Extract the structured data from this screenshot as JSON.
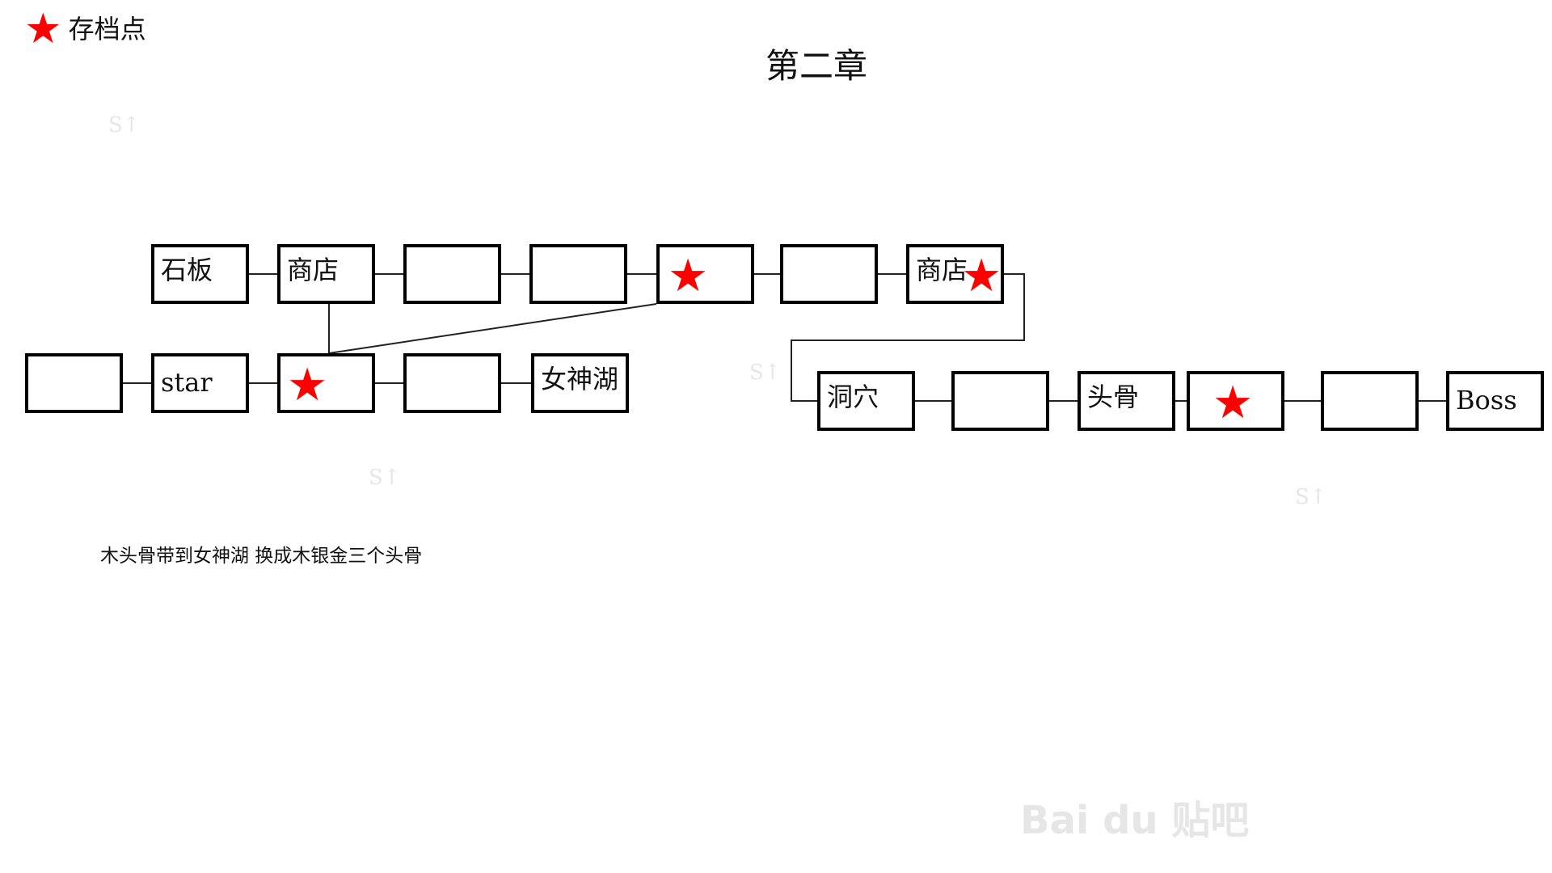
{
  "colors": {
    "save_point": "#ff0000"
  },
  "legend": {
    "icon": "star-icon",
    "label": "存档点"
  },
  "title": "第二章",
  "nodes": [
    {
      "id": "r1c1",
      "label": "石板",
      "save_point": false
    },
    {
      "id": "r1c2",
      "label": "商店",
      "save_point": false
    },
    {
      "id": "r1c3",
      "label": "",
      "save_point": false
    },
    {
      "id": "r1c4",
      "label": "",
      "save_point": false
    },
    {
      "id": "r1c5",
      "label": "",
      "save_point": true
    },
    {
      "id": "r1c6",
      "label": "",
      "save_point": false
    },
    {
      "id": "r1c7",
      "label": "商店",
      "save_point": true
    },
    {
      "id": "r2c1",
      "label": "",
      "save_point": false
    },
    {
      "id": "r2c2",
      "label": "star",
      "save_point": false
    },
    {
      "id": "r2c3",
      "label": "",
      "save_point": true
    },
    {
      "id": "r2c4",
      "label": "",
      "save_point": false
    },
    {
      "id": "r2c5",
      "label": "女神湖",
      "save_point": false
    },
    {
      "id": "r3c1",
      "label": "洞穴",
      "save_point": false
    },
    {
      "id": "r3c2",
      "label": "",
      "save_point": false
    },
    {
      "id": "r3c3",
      "label": "头骨",
      "save_point": false
    },
    {
      "id": "r3c4",
      "label": "",
      "save_point": true
    },
    {
      "id": "r3c5",
      "label": "",
      "save_point": false
    },
    {
      "id": "r3c6",
      "label": "Boss",
      "save_point": false
    }
  ],
  "edges": [
    [
      "r1c1",
      "r1c2"
    ],
    [
      "r1c2",
      "r1c3"
    ],
    [
      "r1c3",
      "r1c4"
    ],
    [
      "r1c4",
      "r1c5"
    ],
    [
      "r1c5",
      "r1c6"
    ],
    [
      "r1c6",
      "r1c7"
    ],
    [
      "r1c2",
      "r2c3"
    ],
    [
      "r1c5",
      "r2c3"
    ],
    [
      "r2c1",
      "r2c2"
    ],
    [
      "r2c2",
      "r2c3"
    ],
    [
      "r2c3",
      "r2c4"
    ],
    [
      "r2c4",
      "r2c5"
    ],
    [
      "r1c7",
      "r3c1"
    ],
    [
      "r3c1",
      "r3c2"
    ],
    [
      "r3c2",
      "r3c3"
    ],
    [
      "r3c3",
      "r3c4"
    ],
    [
      "r3c4",
      "r3c5"
    ],
    [
      "r3c5",
      "r3c6"
    ]
  ],
  "note": "木头骨带到女神湖  换成木银金三个头骨",
  "watermark": {
    "small_mark": "S↑",
    "logo": "Bai du 贴吧"
  }
}
